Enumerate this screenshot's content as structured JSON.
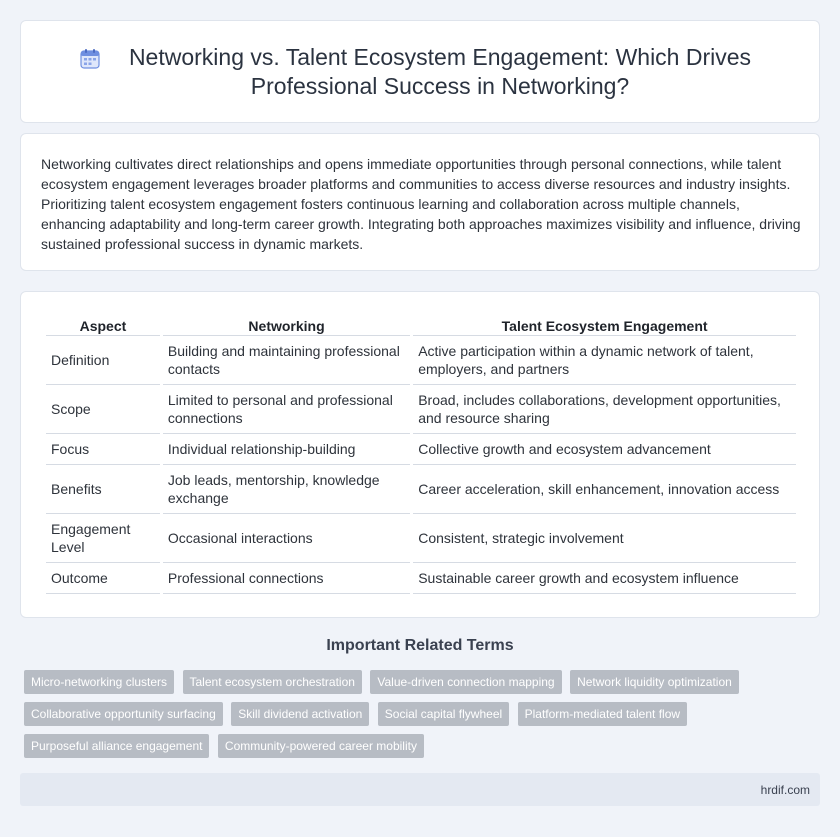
{
  "header": {
    "title": "Networking vs. Talent Ecosystem Engagement: Which Drives Professional Success in Networking?",
    "icon": "calendar-icon"
  },
  "intro": {
    "text": "Networking cultivates direct relationships and opens immediate opportunities through personal connections, while talent ecosystem engagement leverages broader platforms and communities to access diverse resources and industry insights. Prioritizing talent ecosystem engagement fosters continuous learning and collaboration across multiple channels, enhancing adaptability and long-term career growth. Integrating both approaches maximizes visibility and influence, driving sustained professional success in dynamic markets."
  },
  "table": {
    "headers": [
      "Aspect",
      "Networking",
      "Talent Ecosystem Engagement"
    ],
    "rows": [
      [
        "Definition",
        "Building and maintaining professional contacts",
        "Active participation within a dynamic network of talent, employers, and partners"
      ],
      [
        "Scope",
        "Limited to personal and professional connections",
        "Broad, includes collaborations, development opportunities, and resource sharing"
      ],
      [
        "Focus",
        "Individual relationship-building",
        "Collective growth and ecosystem advancement"
      ],
      [
        "Benefits",
        "Job leads, mentorship, knowledge exchange",
        "Career acceleration, skill enhancement, innovation access"
      ],
      [
        "Engagement Level",
        "Occasional interactions",
        "Consistent, strategic involvement"
      ],
      [
        "Outcome",
        "Professional connections",
        "Sustainable career growth and ecosystem influence"
      ]
    ]
  },
  "related": {
    "heading": "Important Related Terms",
    "tags": [
      "Micro-networking clusters",
      "Talent ecosystem orchestration",
      "Value-driven connection mapping",
      "Network liquidity optimization",
      "Collaborative opportunity surfacing",
      "Skill dividend activation",
      "Social capital flywheel",
      "Platform-mediated talent flow",
      "Purposeful alliance engagement",
      "Community-powered career mobility"
    ]
  },
  "footer": {
    "site": "hrdif.com"
  },
  "colors": {
    "background": "#f0f3f9",
    "tag": "#b7bcc4",
    "footer": "#e4e9f2",
    "icon_accent": "#5b7fd6"
  }
}
